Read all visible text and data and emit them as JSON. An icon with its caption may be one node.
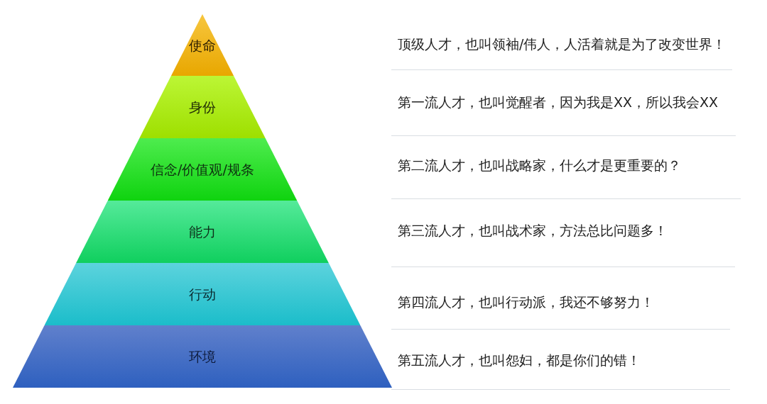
{
  "diagram": {
    "nodes": [
      {
        "text": [
          "使命"
        ]
      },
      {
        "text": [
          "身份"
        ]
      },
      {
        "text": [
          "信念/价值观/规条"
        ]
      },
      {
        "text": [
          "能力"
        ]
      },
      {
        "text": [
          "行动"
        ]
      },
      {
        "text": [
          "环境"
        ]
      }
    ],
    "labels": [
      "顶级人才，也叫领袖/伟人，人活着就是为了改变世界！",
      "第一流人才，也叫觉醒者，因为我是XX，所以我会XX",
      "第二流人才，也叫战略家，什么才是更重要的？",
      "第三流人才，也叫战术家，方法总比问题多！",
      "第四流人才，也叫行动派，我还不够努力！",
      "第五流人才，也叫怨妇，都是你们的错！"
    ]
  }
}
